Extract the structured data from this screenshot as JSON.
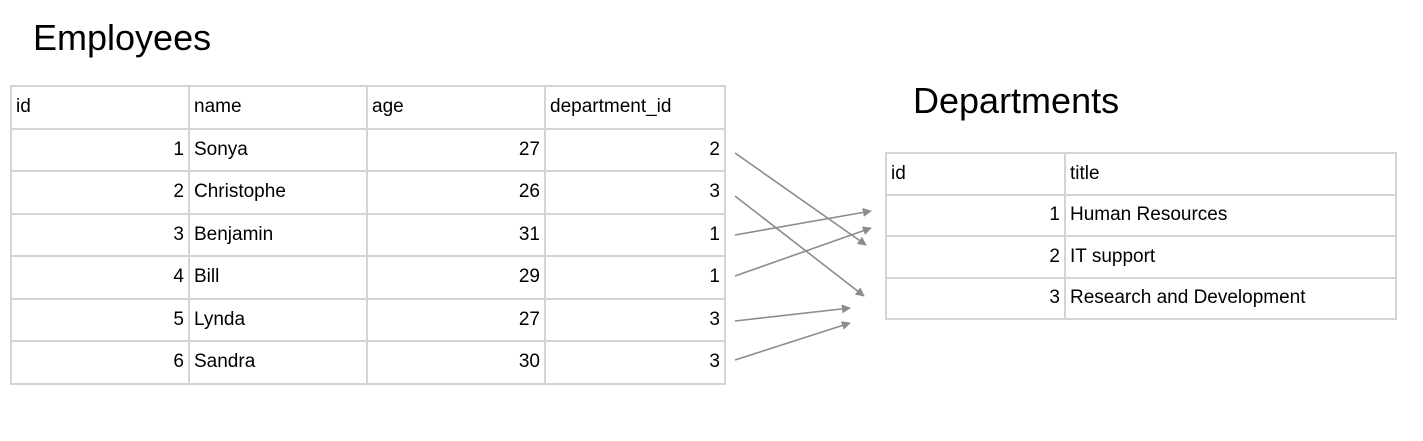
{
  "employees": {
    "title": "Employees",
    "columns": [
      "id",
      "name",
      "age",
      "department_id"
    ],
    "rows": [
      {
        "id": "1",
        "name": "Sonya",
        "age": "27",
        "department_id": "2"
      },
      {
        "id": "2",
        "name": "Christophe",
        "age": "26",
        "department_id": "3"
      },
      {
        "id": "3",
        "name": "Benjamin",
        "age": "31",
        "department_id": "1"
      },
      {
        "id": "4",
        "name": "Bill",
        "age": "29",
        "department_id": "1"
      },
      {
        "id": "5",
        "name": "Lynda",
        "age": "27",
        "department_id": "3"
      },
      {
        "id": "6",
        "name": "Sandra",
        "age": "30",
        "department_id": "3"
      }
    ]
  },
  "departments": {
    "title": "Departments",
    "columns": [
      "id",
      "title"
    ],
    "rows": [
      {
        "id": "1",
        "title": "Human Resources"
      },
      {
        "id": "2",
        "title": "IT support"
      },
      {
        "id": "3",
        "title": "Research and Development"
      }
    ]
  },
  "colors": {
    "grid_border": "#d4d4d4",
    "arrow": "#8c8c8c"
  }
}
